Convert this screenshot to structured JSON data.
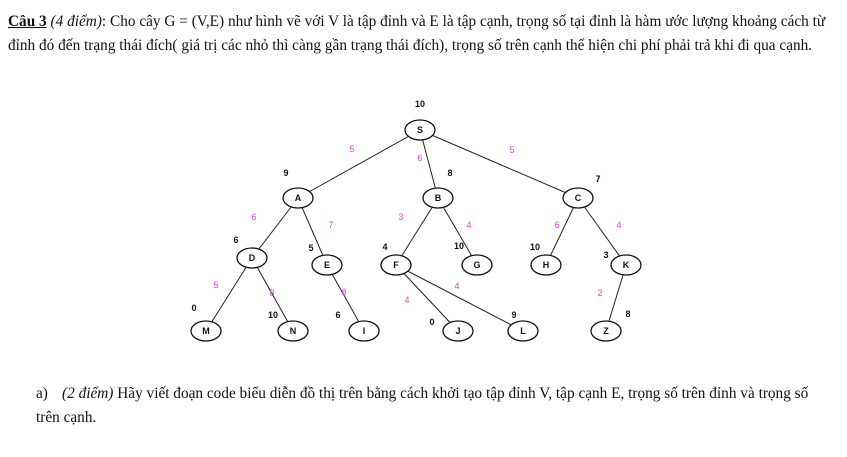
{
  "question": {
    "label": "Câu 3",
    "points": "(4 điểm)",
    "text": ": Cho cây G = (V,E) như hình vẽ với V là tập đỉnh và E là tập cạnh, trọng số tại đỉnh là hàm ước lượng khoảng cách từ đỉnh đó  đến trạng thái đích( giá trị các nhỏ thì càng gần trạng thái đích), trọng số trên cạnh thể hiện chi phí phải trả khi đi qua cạnh."
  },
  "graph": {
    "nodes": [
      {
        "id": "S",
        "h": "10"
      },
      {
        "id": "A",
        "h": "9"
      },
      {
        "id": "B",
        "h": "8"
      },
      {
        "id": "C",
        "h": "7"
      },
      {
        "id": "D",
        "h": "6"
      },
      {
        "id": "E",
        "h": "5"
      },
      {
        "id": "F",
        "h": "4"
      },
      {
        "id": "G",
        "h": "10"
      },
      {
        "id": "H",
        "h": "10"
      },
      {
        "id": "K",
        "h": "3"
      },
      {
        "id": "M",
        "h": "0"
      },
      {
        "id": "N",
        "h": "10"
      },
      {
        "id": "I",
        "h": "6"
      },
      {
        "id": "J",
        "h": "0"
      },
      {
        "id": "L",
        "h": "9"
      },
      {
        "id": "Z",
        "h": "8"
      }
    ],
    "edges": [
      {
        "from": "S",
        "to": "A",
        "w": "5"
      },
      {
        "from": "S",
        "to": "B",
        "w": "6"
      },
      {
        "from": "S",
        "to": "C",
        "w": "5"
      },
      {
        "from": "A",
        "to": "D",
        "w": "6"
      },
      {
        "from": "A",
        "to": "E",
        "w": "7"
      },
      {
        "from": "B",
        "to": "F",
        "w": "3"
      },
      {
        "from": "B",
        "to": "G",
        "w": "4"
      },
      {
        "from": "C",
        "to": "H",
        "w": "6"
      },
      {
        "from": "C",
        "to": "K",
        "w": "4"
      },
      {
        "from": "D",
        "to": "M",
        "w": "5"
      },
      {
        "from": "D",
        "to": "N",
        "w": "8"
      },
      {
        "from": "E",
        "to": "I",
        "w": "8"
      },
      {
        "from": "F",
        "to": "J",
        "w": "4"
      },
      {
        "from": "F",
        "to": "L",
        "w": "4"
      },
      {
        "from": "K",
        "to": "Z",
        "w": "2"
      }
    ]
  },
  "items": [
    {
      "marker": "a)",
      "points": "(2 điểm)",
      "text": " Hãy viết đoạn code biểu diễn đồ thị trên bằng cách khởi tạo tập đỉnh V, tập cạnh E, trọng số trên đỉnh và trọng số trên cạnh."
    }
  ]
}
